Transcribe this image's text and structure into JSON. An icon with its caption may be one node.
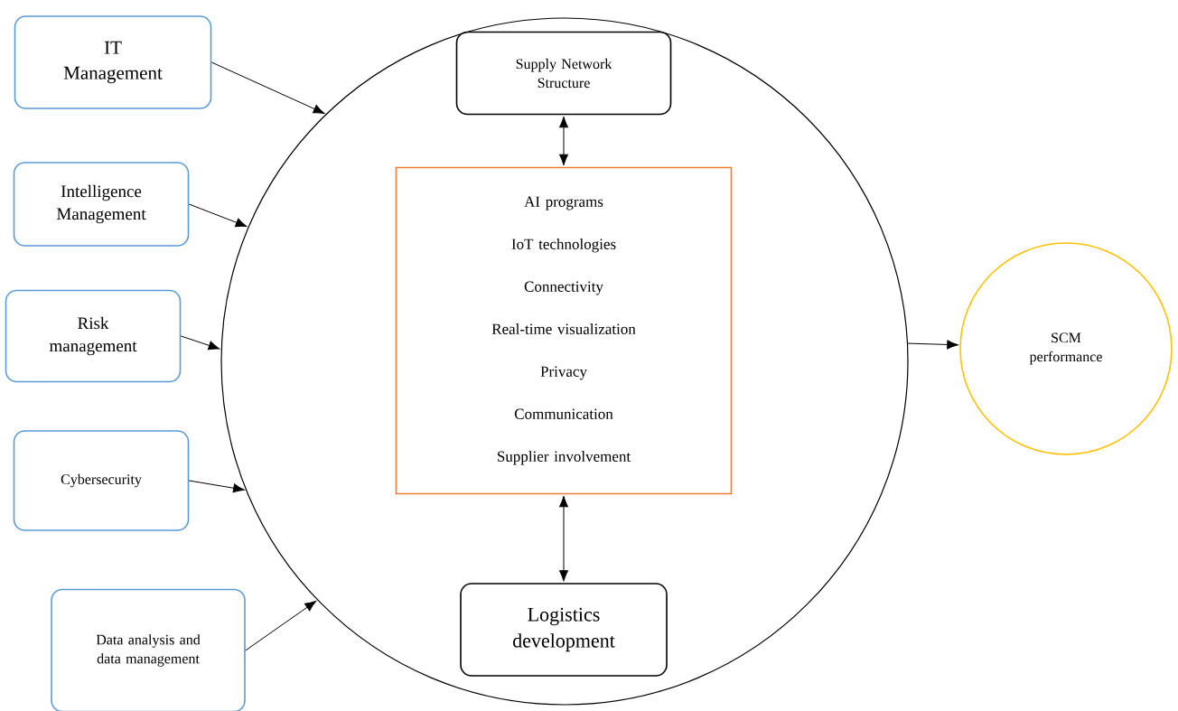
{
  "diagram": {
    "nodes": [
      {
        "text": [
          "IT Management"
        ]
      },
      {
        "text": [
          "Intelligence Management"
        ]
      },
      {
        "text": [
          "Risk management"
        ]
      },
      {
        "text": [
          "Cybersecurity"
        ]
      },
      {
        "text": [
          "Data analysis and data management"
        ]
      },
      {
        "text": [],
        "shape": "circle"
      },
      {
        "text": [
          "Supply Network Structure"
        ],
        "in": 5
      },
      {
        "text": [
          "AI programs",
          "IoT technologies",
          "Connectivity",
          "Real-time visualization",
          "Privacy",
          "Communication",
          "Supplier involvement"
        ],
        "in": 5
      },
      {
        "text": [
          "Logistics development"
        ],
        "in": 5
      },
      {
        "text": [
          "SCM performance"
        ]
      }
    ],
    "edges": [
      {
        "from": 0,
        "to": 5,
        "arrow": "to"
      },
      {
        "from": 1,
        "to": 5,
        "arrow": "to"
      },
      {
        "from": 2,
        "to": 5,
        "arrow": "to"
      },
      {
        "from": 3,
        "to": 5,
        "arrow": "to"
      },
      {
        "from": 4,
        "to": 5,
        "arrow": "to"
      },
      {
        "from": 6,
        "to": 7,
        "arrow": "both"
      },
      {
        "from": 7,
        "to": 8,
        "arrow": "both"
      },
      {
        "from": 5,
        "to": 9,
        "arrow": "to"
      }
    ]
  }
}
